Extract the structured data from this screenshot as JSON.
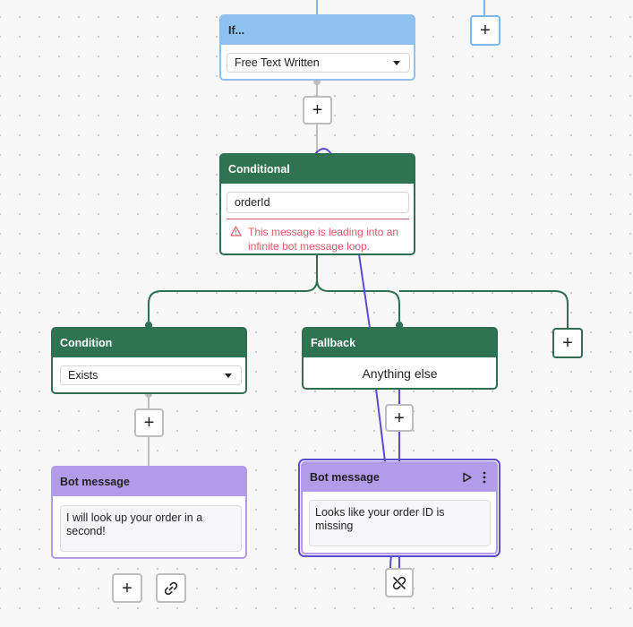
{
  "if_node": {
    "title": "If...",
    "select_value": "Free Text Written"
  },
  "conditional_node": {
    "title": "Conditional",
    "input_value": "orderId",
    "warning": "This message is leading into an infinite bot message loop."
  },
  "condition_node": {
    "title": "Condition",
    "select_value": "Exists"
  },
  "fallback_node": {
    "title": "Fallback",
    "text": "Anything else"
  },
  "bot_message_left": {
    "title": "Bot message",
    "message": "I will look up your order in a second!"
  },
  "bot_message_right": {
    "title": "Bot message",
    "message": "Looks like your order ID is missing"
  },
  "colors": {
    "green": "#2f7352",
    "blue": "#8fc1ee",
    "purple": "#b29cea",
    "loop": "#5b4bd0",
    "error": "#e15a68"
  },
  "icons": [
    "plus-icon",
    "link-icon",
    "unlink-icon",
    "play-icon",
    "more-vertical-icon",
    "warning-triangle-icon",
    "caret-down-icon"
  ]
}
